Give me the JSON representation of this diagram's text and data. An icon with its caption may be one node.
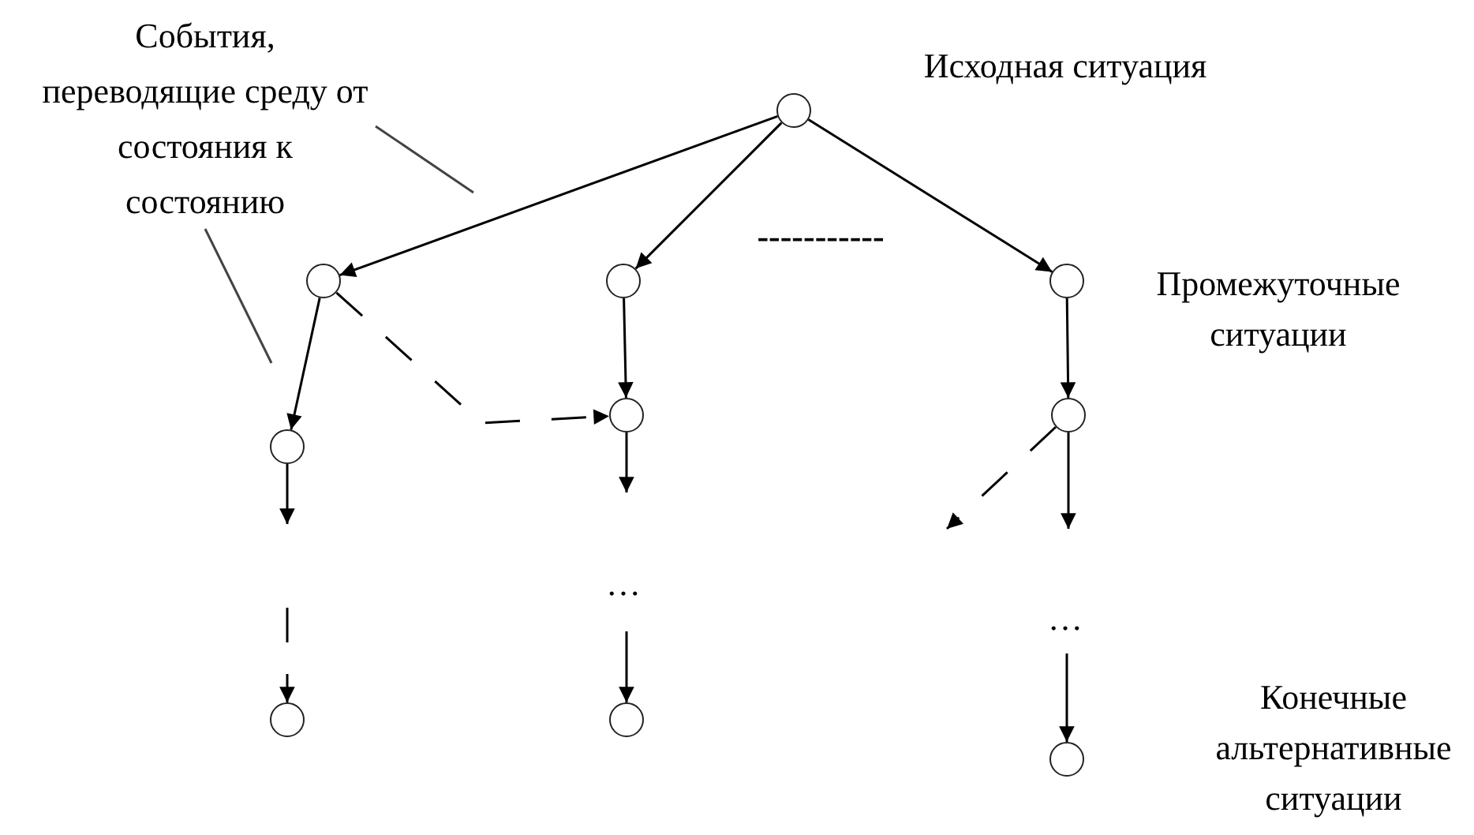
{
  "diagram": {
    "nodes": [
      {
        "text": [],
        "shape": "circle"
      },
      {
        "text": [],
        "shape": "circle"
      },
      {
        "text": [],
        "shape": "circle"
      },
      {
        "text": [],
        "shape": "circle"
      },
      {
        "text": [],
        "shape": "circle"
      },
      {
        "text": [],
        "shape": "circle"
      },
      {
        "text": [],
        "shape": "circle"
      },
      {
        "text": [],
        "shape": "circle"
      },
      {
        "text": [],
        "shape": "circle"
      },
      {
        "text": [],
        "shape": "circle"
      },
      {
        "text": [
          "События, переводящие среду от состояния к состоянию"
        ]
      }
    ],
    "edges": [
      {
        "from": 0,
        "to": 1,
        "arrow": "to"
      },
      {
        "from": 0,
        "to": 2,
        "arrow": "to"
      },
      {
        "from": 0,
        "to": 3,
        "arrow": "to"
      },
      {
        "from": 1,
        "to": 4,
        "arrow": "to"
      },
      {
        "from": 2,
        "to": 5,
        "arrow": "to"
      },
      {
        "from": 3,
        "to": 6,
        "arrow": "to"
      },
      {
        "from": 1,
        "to": 5,
        "arrow": "to",
        "style": "dashed"
      },
      {
        "from": 4,
        "to": null,
        "arrow": "to"
      },
      {
        "from": null,
        "to": 7,
        "arrow": "to",
        "style": "dashed"
      },
      {
        "from": 5,
        "to": null,
        "arrow": "to"
      },
      {
        "from": null,
        "to": 8,
        "arrow": "to"
      },
      {
        "from": 6,
        "to": null,
        "arrow": "to"
      },
      {
        "from": 6,
        "to": null,
        "arrow": "to",
        "style": "dashed"
      },
      {
        "from": null,
        "to": 9,
        "arrow": "to"
      },
      {
        "from": 10,
        "to": null,
        "arrow": "none"
      },
      {
        "from": 10,
        "to": null,
        "arrow": "none"
      }
    ],
    "labels": [
      "Исходная ситуация",
      "-----------",
      "Промежуточные ситуации",
      "…",
      "…",
      "Конечные альтернативные ситуации"
    ]
  }
}
